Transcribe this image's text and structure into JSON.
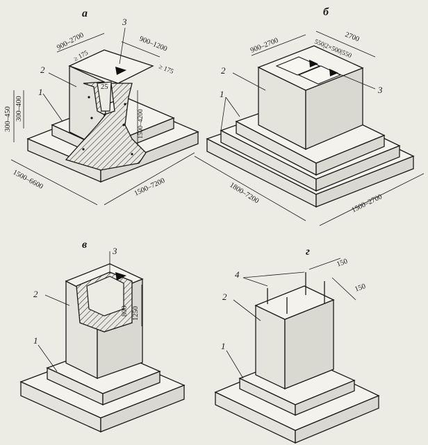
{
  "panels": {
    "a": {
      "letter": "а",
      "dims": {
        "top_width_left": "900–2700",
        "top_width_right": "900–1200",
        "glass_min_left": "≥ 175",
        "glass_min_right": "≥ 175",
        "angle": "25",
        "step_h1": "300–450",
        "step_h2": "300–400",
        "glass_depth": "1500–4200",
        "base_left": "1500–6600",
        "base_right": "1500–7200"
      },
      "callouts": {
        "c1": "1",
        "c2": "2",
        "c3": "3"
      }
    },
    "b": {
      "letter": "б",
      "dims": {
        "top_left": "900–2700",
        "top_right": "2700",
        "glass_split": "550|2×500|550",
        "base_left": "1800–7200",
        "base_right": "1500–2700"
      },
      "callouts": {
        "c1": "1",
        "c2": "2",
        "c3": "3"
      }
    },
    "v": {
      "letter": "в",
      "dims": {
        "d800": "800",
        "d1250": "1250"
      },
      "callouts": {
        "c1": "1",
        "c2": "2",
        "c3": "3"
      }
    },
    "g": {
      "letter": "г",
      "dims": {
        "top150": "150",
        "right150": "150"
      },
      "callouts": {
        "c1": "1",
        "c2": "2",
        "c4": "4"
      }
    }
  }
}
